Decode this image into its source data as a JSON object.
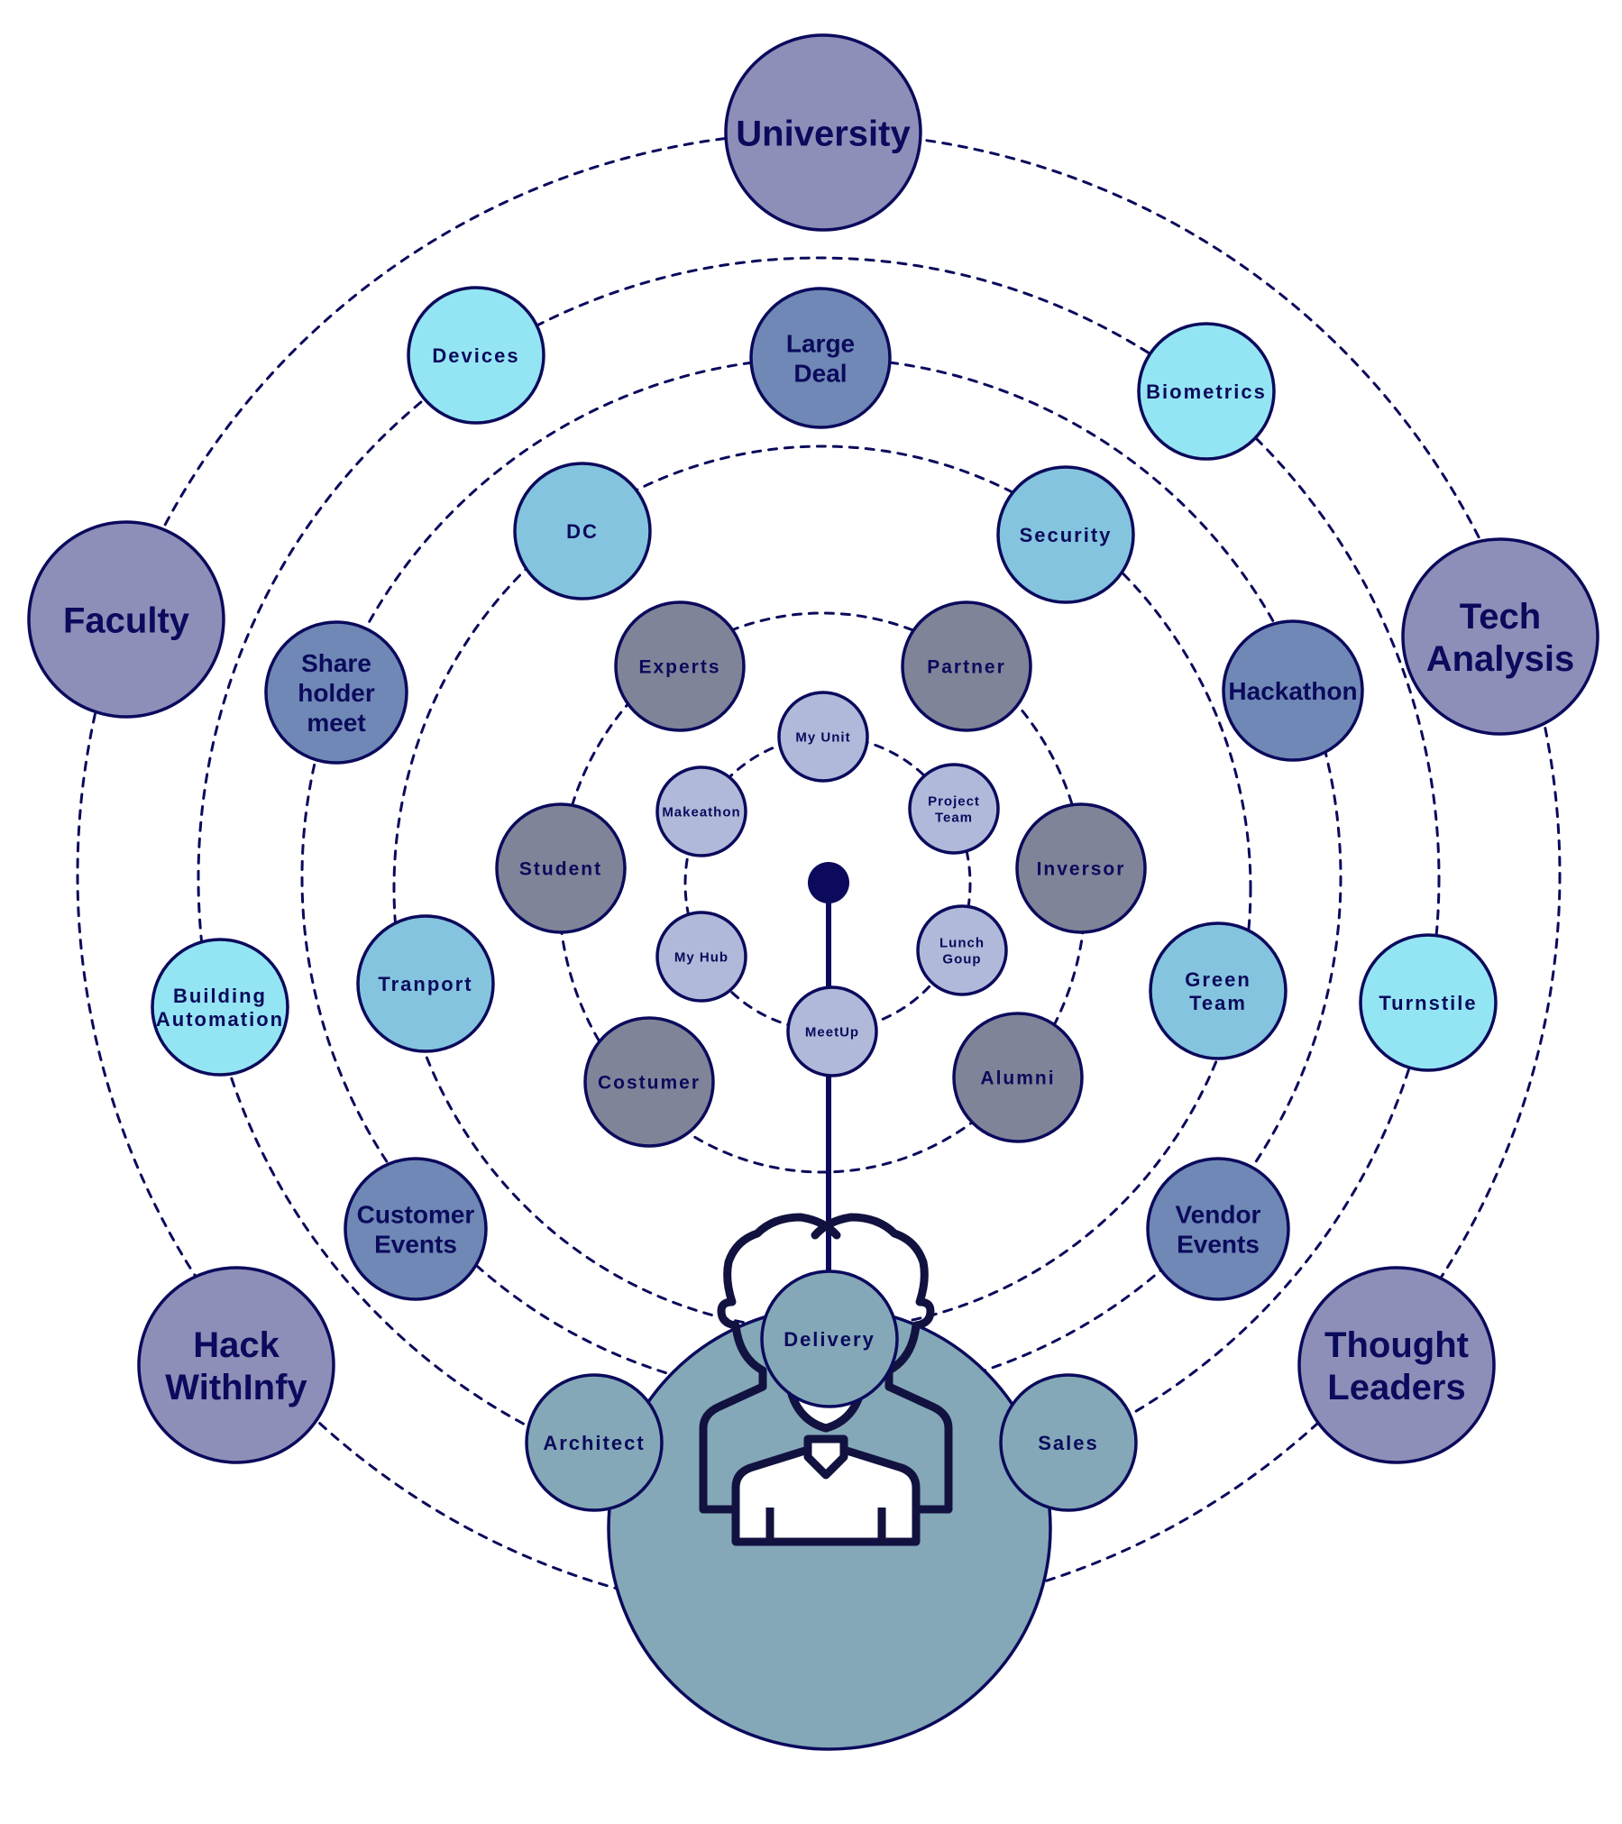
{
  "diagram": {
    "title": "Employee engagement ecosystem",
    "colors": {
      "stroke": "#0B0A5C",
      "text": "#0B0A5C",
      "outer": "#8E8FB9",
      "events": "#6F88B5",
      "devices": "#94E5F3",
      "facilities": "#84C4DE",
      "network": "#808499",
      "inner": "#B0B9D9",
      "core": "#84A8B7",
      "hub_dot": "#0B0A5C"
    },
    "center_icon": "team-people-icon",
    "nodes": {
      "university": {
        "label": [
          "University"
        ],
        "group": "outer"
      },
      "faculty": {
        "label": [
          "Faculty"
        ],
        "group": "outer"
      },
      "tech_analysis": {
        "label": [
          "Tech",
          "Analysis"
        ],
        "group": "outer"
      },
      "hack_withinfy": {
        "label": [
          "Hack",
          "WithInfy"
        ],
        "group": "outer"
      },
      "thought_leaders": {
        "label": [
          "Thought",
          "Leaders"
        ],
        "group": "outer"
      },
      "devices": {
        "label": [
          "Devices"
        ],
        "group": "devices"
      },
      "biometrics": {
        "label": [
          "Biometrics"
        ],
        "group": "devices"
      },
      "building_automation": {
        "label": [
          "Building",
          "Automation"
        ],
        "group": "devices"
      },
      "turnstile": {
        "label": [
          "Turnstile"
        ],
        "group": "devices"
      },
      "architect": {
        "label": [
          "Architect"
        ],
        "group": "core"
      },
      "sales": {
        "label": [
          "Sales"
        ],
        "group": "core"
      },
      "large_deal": {
        "label": [
          "Large",
          "Deal"
        ],
        "group": "events"
      },
      "share_holder_meet": {
        "label": [
          "Share",
          "holder",
          "meet"
        ],
        "group": "events"
      },
      "hackathon": {
        "label": [
          "Hackathon"
        ],
        "group": "events"
      },
      "customer_events": {
        "label": [
          "Customer",
          "Events"
        ],
        "group": "events"
      },
      "vendor_events": {
        "label": [
          "Vendor",
          "Events"
        ],
        "group": "events"
      },
      "dc": {
        "label": [
          "DC"
        ],
        "group": "facilities"
      },
      "security": {
        "label": [
          "Security"
        ],
        "group": "facilities"
      },
      "tranport": {
        "label": [
          "Tranport"
        ],
        "group": "facilities"
      },
      "green_team": {
        "label": [
          "Green",
          "Team"
        ],
        "group": "facilities"
      },
      "delivery": {
        "label": [
          "Delivery"
        ],
        "group": "core"
      },
      "experts": {
        "label": [
          "Experts"
        ],
        "group": "network"
      },
      "partner": {
        "label": [
          "Partner"
        ],
        "group": "network"
      },
      "student": {
        "label": [
          "Student"
        ],
        "group": "network"
      },
      "inversor": {
        "label": [
          "Inversor"
        ],
        "group": "network"
      },
      "costumer": {
        "label": [
          "Costumer"
        ],
        "group": "network"
      },
      "alumni": {
        "label": [
          "Alumni"
        ],
        "group": "network"
      },
      "my_unit": {
        "label": [
          "My Unit"
        ],
        "group": "inner"
      },
      "makeathon": {
        "label": [
          "Makeathon"
        ],
        "group": "inner"
      },
      "project_team": {
        "label": [
          "Project",
          "Team"
        ],
        "group": "inner"
      },
      "my_hub": {
        "label": [
          "My Hub"
        ],
        "group": "inner"
      },
      "lunch_goup": {
        "label": [
          "Lunch",
          "Goup"
        ],
        "group": "inner"
      },
      "meetup": {
        "label": [
          "MeetUp"
        ],
        "group": "inner"
      }
    }
  }
}
